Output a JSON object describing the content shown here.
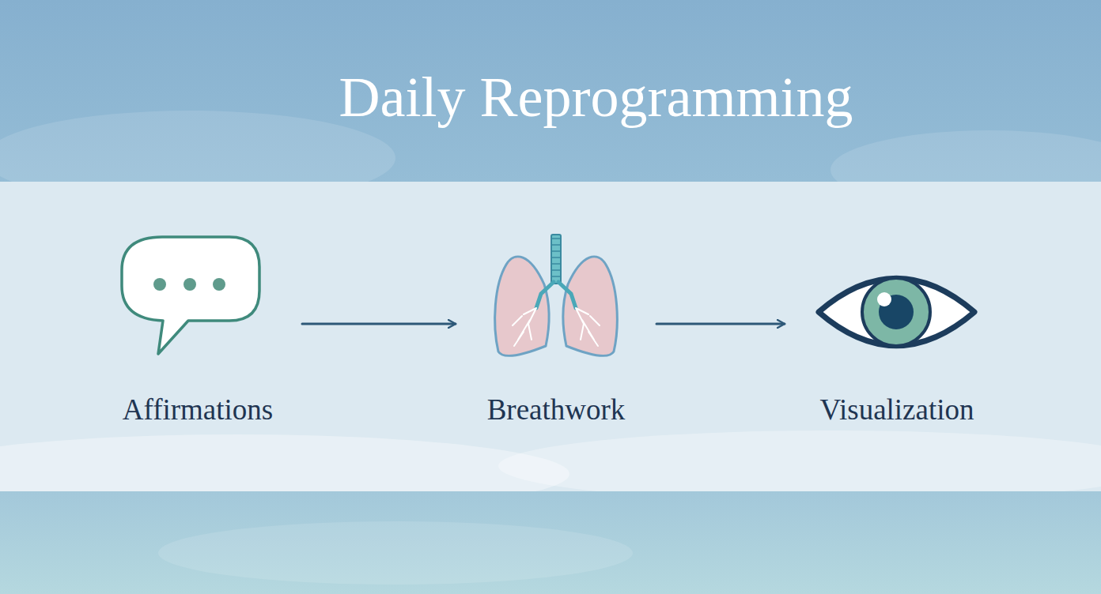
{
  "diagram": {
    "title": "Daily Reprogramming",
    "nodes": [
      {
        "text": [
          "Affirmations"
        ]
      },
      {
        "text": [
          "Breathwork"
        ]
      },
      {
        "text": [
          "Visualization"
        ]
      }
    ],
    "edges": [
      {
        "from": 0,
        "to": 1,
        "arrow": "to"
      },
      {
        "from": 1,
        "to": 2,
        "arrow": "to"
      }
    ]
  }
}
